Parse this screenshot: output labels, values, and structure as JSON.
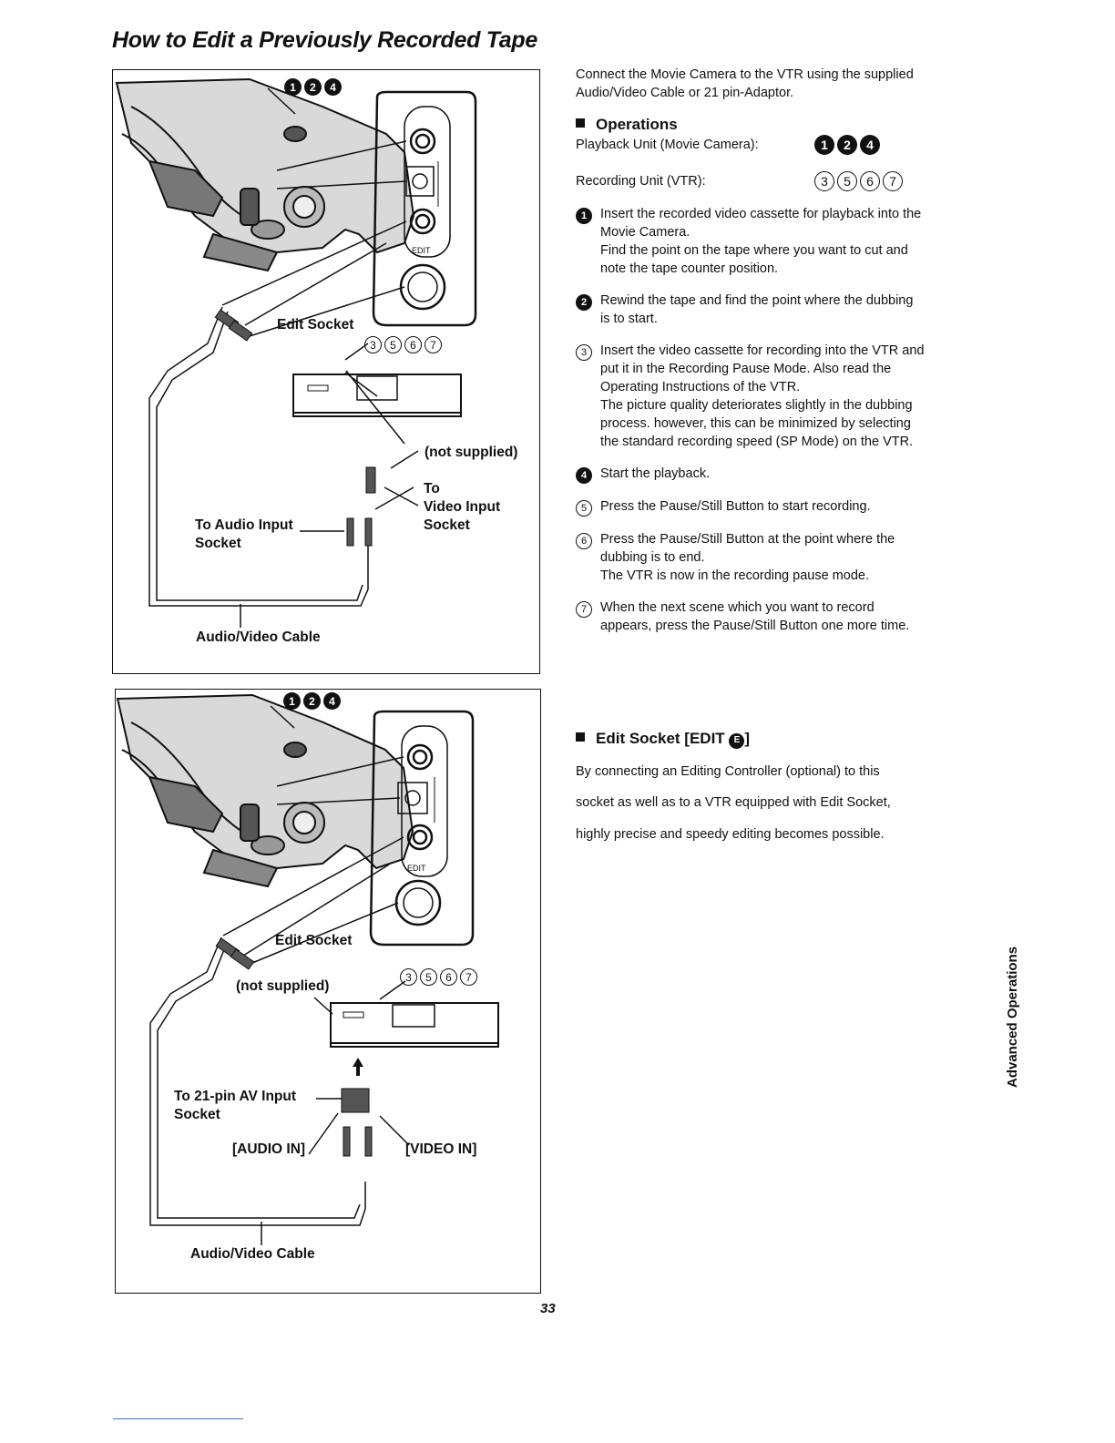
{
  "page": {
    "title": "How to Edit a Previously Recorded Tape",
    "page_number": "33",
    "side_tab": "Advanced Operations"
  },
  "figure1": {
    "badges": [
      "1",
      "2",
      "4"
    ],
    "vtr_badges": [
      "3",
      "5",
      "6",
      "7"
    ],
    "socket_edit_mark": "EDIT",
    "edit_socket": "Edit Socket",
    "not_supplied": "(not supplied)",
    "to_video": [
      "To",
      "Video Input",
      "Socket"
    ],
    "to_audio": [
      "To Audio Input",
      "Socket"
    ],
    "cable": "Audio/Video Cable"
  },
  "figure2": {
    "badges": [
      "1",
      "2",
      "4"
    ],
    "vtr_badges": [
      "3",
      "5",
      "6",
      "7"
    ],
    "socket_edit_mark": "EDIT",
    "edit_socket": "Edit Socket",
    "not_supplied": "(not supplied)",
    "to_21pin": [
      "To 21-pin AV Input",
      "Socket"
    ],
    "audio_in": "[AUDIO IN]",
    "video_in": "[VIDEO IN]",
    "cable": "Audio/Video Cable"
  },
  "intro": {
    "line1": "Connect the Movie Camera to the VTR using the supplied",
    "line2": "Audio/Video Cable or 21 pin-Adaptor."
  },
  "operations": {
    "heading": "Operations",
    "playback_label": "Playback Unit (Movie Camera):",
    "playback_badges": [
      "1",
      "2",
      "4"
    ],
    "recording_label": "Recording Unit (VTR):",
    "recording_badges": [
      "3",
      "5",
      "6",
      "7"
    ]
  },
  "steps": [
    {
      "num": "1",
      "style": "filled",
      "lines": [
        "Insert the recorded video cassette for playback into the",
        "Movie Camera.",
        "Find the point on the tape where you want to cut and",
        "note the tape counter position."
      ]
    },
    {
      "num": "2",
      "style": "filled",
      "lines": [
        "Rewind the tape and find the point where the dubbing",
        "is to start."
      ]
    },
    {
      "num": "3",
      "style": "outline",
      "lines": [
        "Insert the video cassette for recording into the VTR and",
        "put it in the Recording Pause Mode. Also read the",
        "Operating Instructions of the VTR.",
        "The picture quality deteriorates slightly in the dubbing",
        "process. however, this can be minimized by selecting",
        "the standard recording speed (SP Mode) on the VTR."
      ]
    },
    {
      "num": "4",
      "style": "filled",
      "lines": [
        "Start the playback."
      ]
    },
    {
      "num": "5",
      "style": "outline",
      "lines": [
        "Press the Pause/Still Button to start recording."
      ]
    },
    {
      "num": "6",
      "style": "outline",
      "lines": [
        "Press the Pause/Still Button at the point where the",
        "dubbing is to end.",
        "The VTR is now in the recording pause mode."
      ]
    },
    {
      "num": "7",
      "style": "outline",
      "lines": [
        "When the next scene which you want to record",
        "appears, press the Pause/Still Button one more time."
      ]
    }
  ],
  "edit_socket_section": {
    "heading": "Edit Socket [EDIT",
    "heading_icon": "E",
    "heading_close": "]",
    "lines": [
      "By connecting an Editing Controller (optional) to this",
      "socket as well as to a VTR equipped with Edit Socket,",
      "highly precise and speedy editing becomes possible."
    ]
  }
}
